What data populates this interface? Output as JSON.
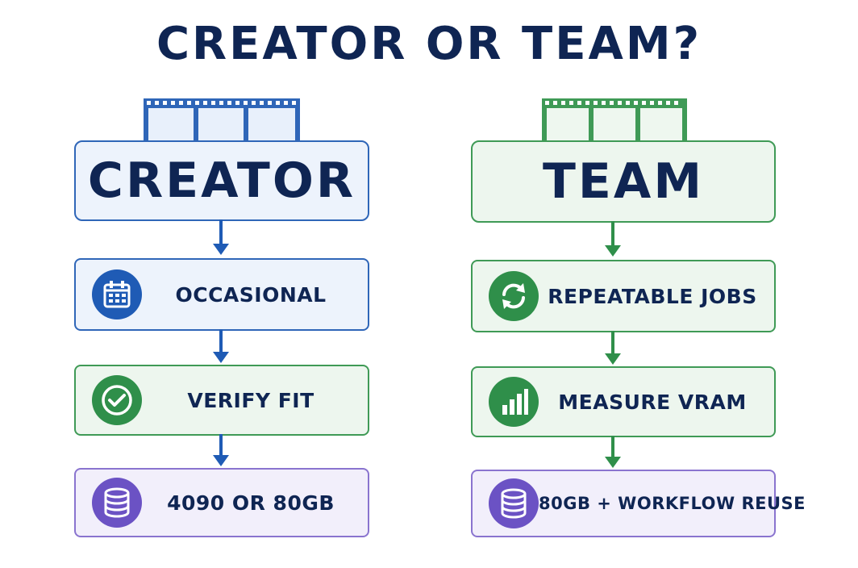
{
  "title": "CREATOR OR TEAM?",
  "columns": [
    {
      "heading": "CREATOR",
      "steps": [
        {
          "label": "OCCASIONAL",
          "icon": "calendar-icon"
        },
        {
          "label": "VERIFY FIT",
          "icon": "check-circle-icon"
        },
        {
          "label": "4090 OR 80GB",
          "icon": "database-icon"
        }
      ]
    },
    {
      "heading": "TEAM",
      "steps": [
        {
          "label": "REPEATABLE JOBS",
          "icon": "refresh-icon"
        },
        {
          "label": "MEASURE VRAM",
          "icon": "bar-chart-icon"
        },
        {
          "label": "80GB + WORKFLOW REUSE",
          "icon": "database-icon"
        }
      ]
    }
  ],
  "colors": {
    "navy": "#0f2553",
    "blue": "#1f5bb5",
    "green": "#2f8f4a",
    "purple": "#6b52c4"
  }
}
